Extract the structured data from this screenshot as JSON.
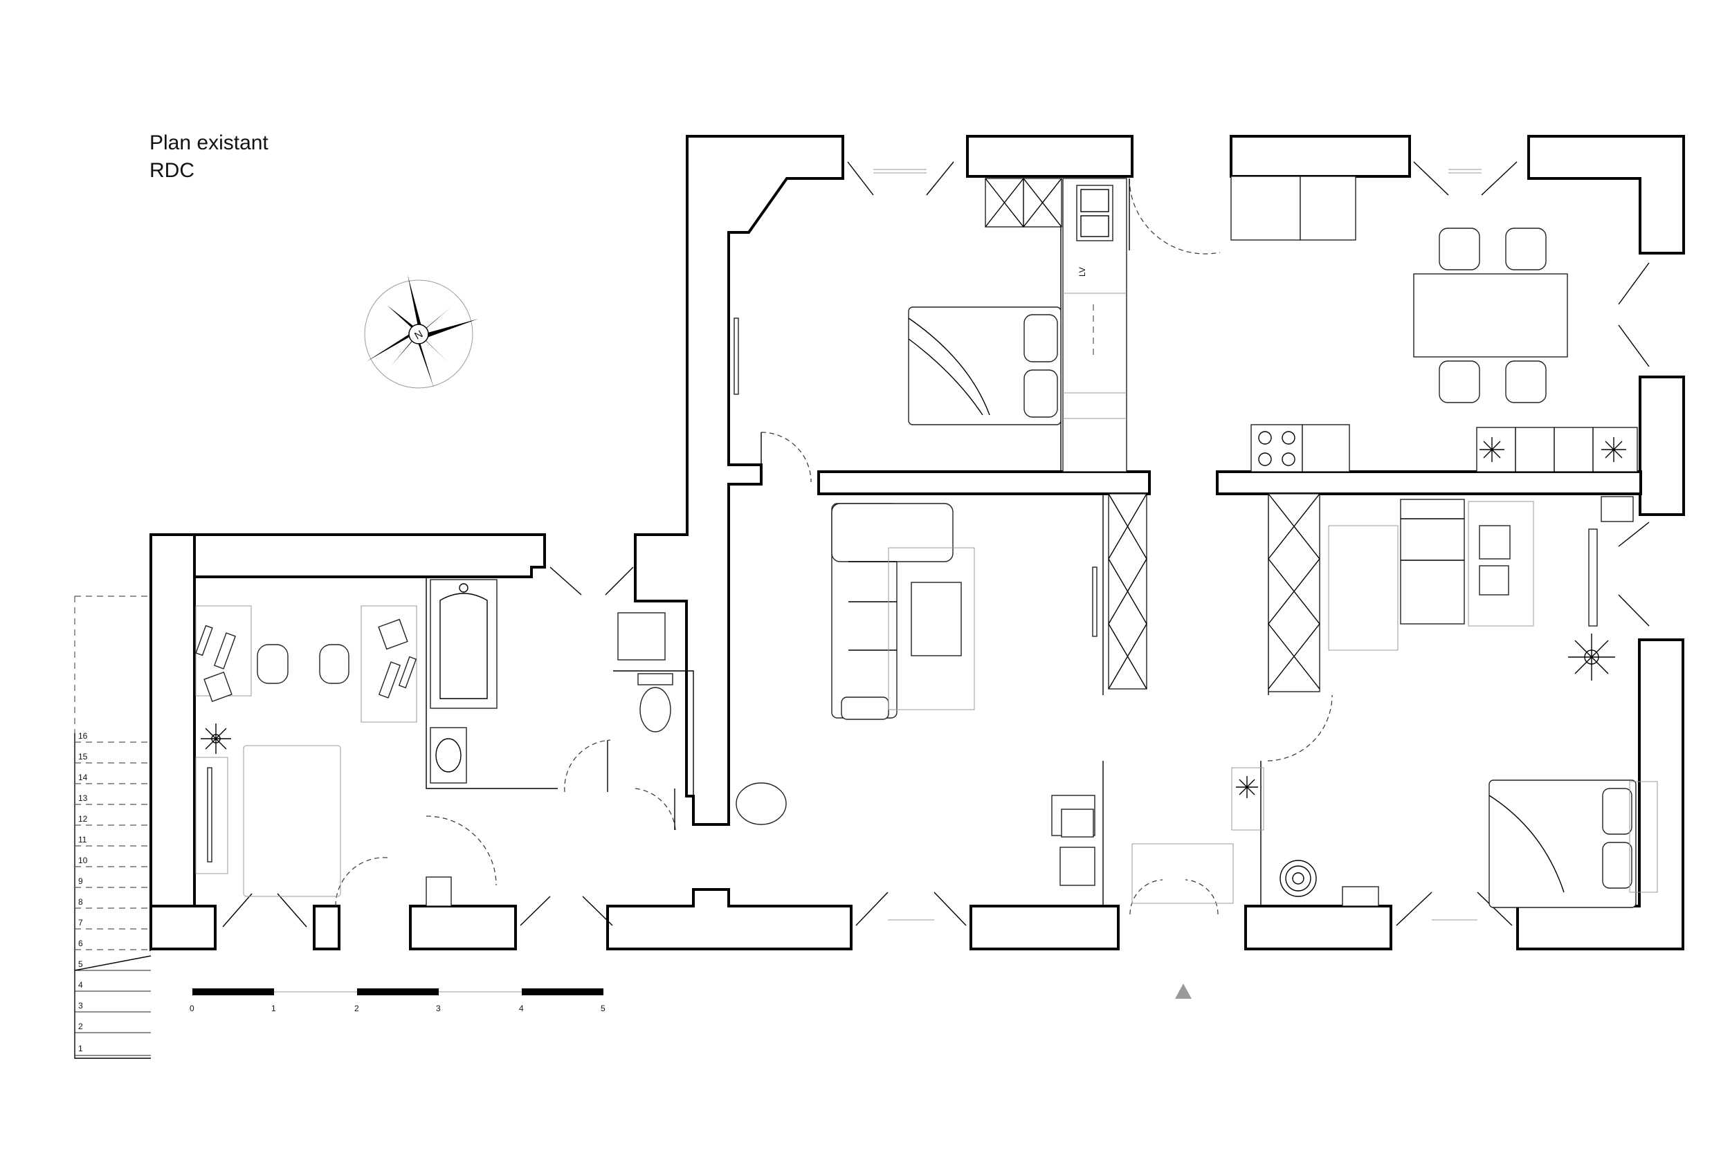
{
  "title": {
    "line1": "Plan existant",
    "line2": "RDC"
  },
  "compass": {
    "north_letter": "N"
  },
  "kitchen_label": "LV",
  "scale_bar": {
    "labels": [
      "0",
      "1",
      "2",
      "3",
      "4",
      "5"
    ]
  },
  "stair_steps": [
    "1",
    "2",
    "3",
    "4",
    "5",
    "6",
    "7",
    "8",
    "9",
    "10",
    "11",
    "12",
    "13",
    "14",
    "15",
    "16"
  ]
}
